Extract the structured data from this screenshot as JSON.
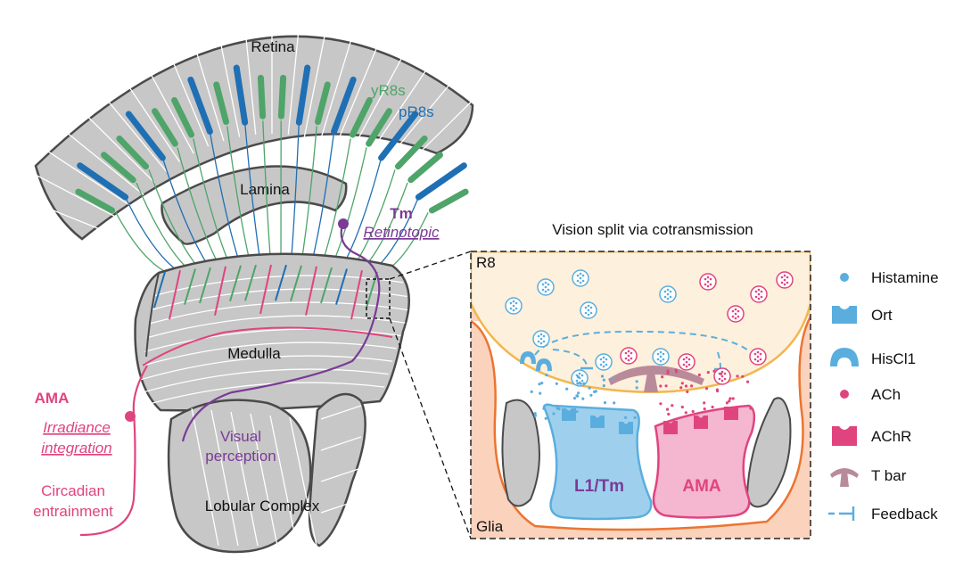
{
  "figure": {
    "regions": {
      "retina": "Retina",
      "lamina": "Lamina",
      "medulla": "Medulla",
      "lobular": "Lobular Complex"
    },
    "photoreceptors": {
      "yr8": "yR8s",
      "pr8": "pR8s"
    },
    "tm": {
      "name": "Tm",
      "role": "Retinotopic",
      "output_line1": "Visual",
      "output_line2": "perception"
    },
    "ama": {
      "name": "AMA",
      "role_line1": "Irradiance",
      "role_line2": "integration",
      "output_line1": "Circadian",
      "output_line2": "entrainment"
    }
  },
  "inset": {
    "title": "Vision split via cotransmission",
    "r8_label": "R8",
    "glia_label": "Glia",
    "l1tm_label": "L1/Tm",
    "ama_label": "AMA"
  },
  "legend": [
    {
      "icon": "histamine-dot-icon",
      "label": "Histamine"
    },
    {
      "icon": "ort-receptor-icon",
      "label": "Ort"
    },
    {
      "icon": "hiscl1-receptor-icon",
      "label": "HisCl1"
    },
    {
      "icon": "ach-dot-icon",
      "label": "ACh"
    },
    {
      "icon": "achr-receptor-icon",
      "label": "AChR"
    },
    {
      "icon": "t-bar-icon",
      "label": "T bar"
    },
    {
      "icon": "feedback-icon",
      "label": "Feedback"
    }
  ],
  "colors": {
    "green": "#4fa469",
    "blue": "#1f6fb4",
    "purple": "#7b3a96",
    "pink": "#e0447f",
    "light_blue": "#5aaede",
    "gray": "#c7c7c7",
    "gray_stroke": "#4a4a4a",
    "peach": "#fbd2bc",
    "cream": "#fdf0dc",
    "orange": "#ec7430",
    "yellow": "#f2b64f",
    "mauve": "#b98b9a"
  }
}
